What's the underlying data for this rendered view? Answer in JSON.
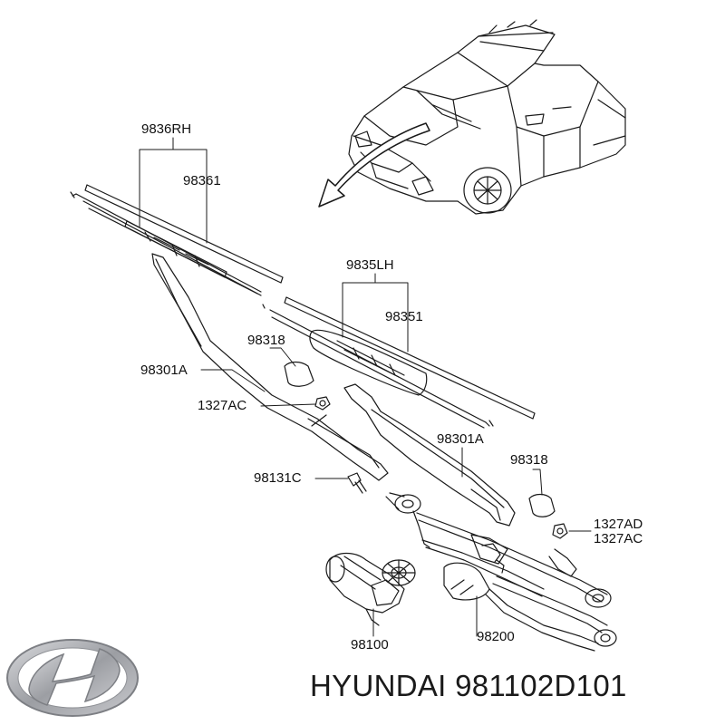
{
  "callouts": {
    "c9836rh": "9836RH",
    "c98361": "98361",
    "c9835lh": "9835LH",
    "c98351": "98351",
    "c98318a": "98318",
    "c98301a1": "98301A",
    "c1327ac1": "1327AC",
    "c98301a2": "98301A",
    "c98318b": "98318",
    "c98131c": "98131C",
    "c1327ad": "1327AD",
    "c1327ac2": "1327AC",
    "c98100": "98100",
    "c98200": "98200"
  },
  "footer": {
    "brand": "HYUNDAI",
    "part_number": "981102D101",
    "text": "HYUNDAI 981102D101"
  },
  "logo": {
    "icon": "hyundai-logo-icon"
  },
  "colors": {
    "line": "#1a1a1a",
    "logo_silver": "#a9abb0"
  }
}
